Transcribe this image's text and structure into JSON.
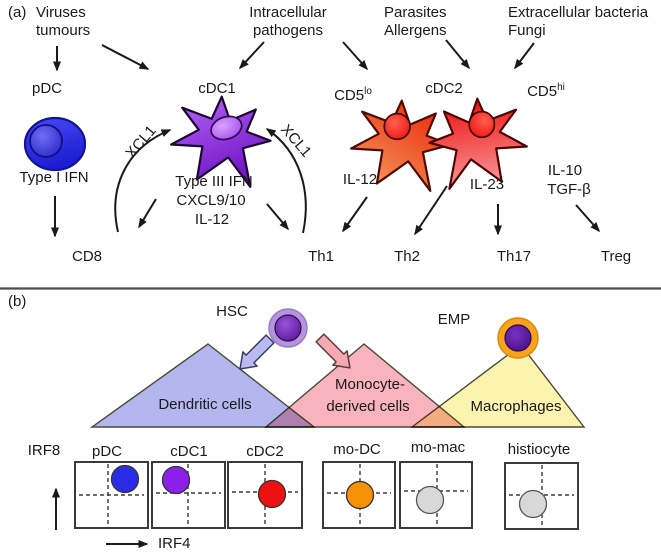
{
  "panel_a": {
    "tag": "(a)",
    "stimuli": {
      "viruses": {
        "line1": "Viruses",
        "line2": "tumours"
      },
      "intracellular": {
        "line1": "Intracellular",
        "line2": "pathogens"
      },
      "parasites": {
        "line1": "Parasites",
        "line2": "Allergens"
      },
      "extracellular": {
        "line1": "Extracellular bacteria",
        "line2": "Fungi"
      }
    },
    "cells": {
      "pdc": "pDC",
      "cdc1": "cDC1",
      "cdc2": "cDC2",
      "cd5lo": {
        "base": "CD5",
        "sup": "lo"
      },
      "cd5hi": {
        "base": "CD5",
        "sup": "hi"
      }
    },
    "mediators": {
      "type1ifn": "Type I IFN",
      "xcl1_left": "XCL1",
      "xcl1_right": "XCL1",
      "type3ifn": "Type III IFN",
      "cxcl910": "CXCL9/10",
      "il12_cdc1": "IL-12",
      "il12_cdc2": "IL-12",
      "il23": "IL-23",
      "il10": "IL-10",
      "tgfb": "TGF-β"
    },
    "outcomes": {
      "cd8": "CD8",
      "th1": "Th1",
      "th2": "Th2",
      "th17": "Th17",
      "treg": "Treg"
    }
  },
  "panel_b": {
    "tag": "(b)",
    "progenitors": {
      "hsc": "HSC",
      "emp": "EMP"
    },
    "lineages": {
      "dendritic": "Dendritic cells",
      "monocyte_line1": "Monocyte-",
      "monocyte_line2": "derived cells",
      "macrophages": "Macrophages"
    },
    "axes": {
      "y": "IRF8",
      "x": "IRF4"
    },
    "plots": [
      {
        "label": "pDC",
        "color": "#2b2be6"
      },
      {
        "label": "cDC1",
        "color": "#8c1fe8"
      },
      {
        "label": "cDC2",
        "color": "#ee1111"
      },
      {
        "label": "mo-DC",
        "color": "#f59105"
      },
      {
        "label": "mo-mac",
        "color": "#d8d8d8"
      },
      {
        "label": "histiocyte",
        "color": "#d8d8d8"
      }
    ]
  },
  "colors": {
    "pdc_cell": "#2b2be6",
    "cdc1_cell": "#8c22e0",
    "cdc2_cd5lo_cell": "#f05a28",
    "cdc2_cd5hi_cell": "#ee1c24",
    "hsc_halo": "#b494dc",
    "emp_ring": "#f9a21d",
    "progenitor_core": "#5a18a0",
    "triangle_dendritic": "#b3b7ee",
    "triangle_monocyte": "#f8b3bc",
    "triangle_macrophage": "#faf4ae",
    "arrow": "#1a1a1a"
  }
}
